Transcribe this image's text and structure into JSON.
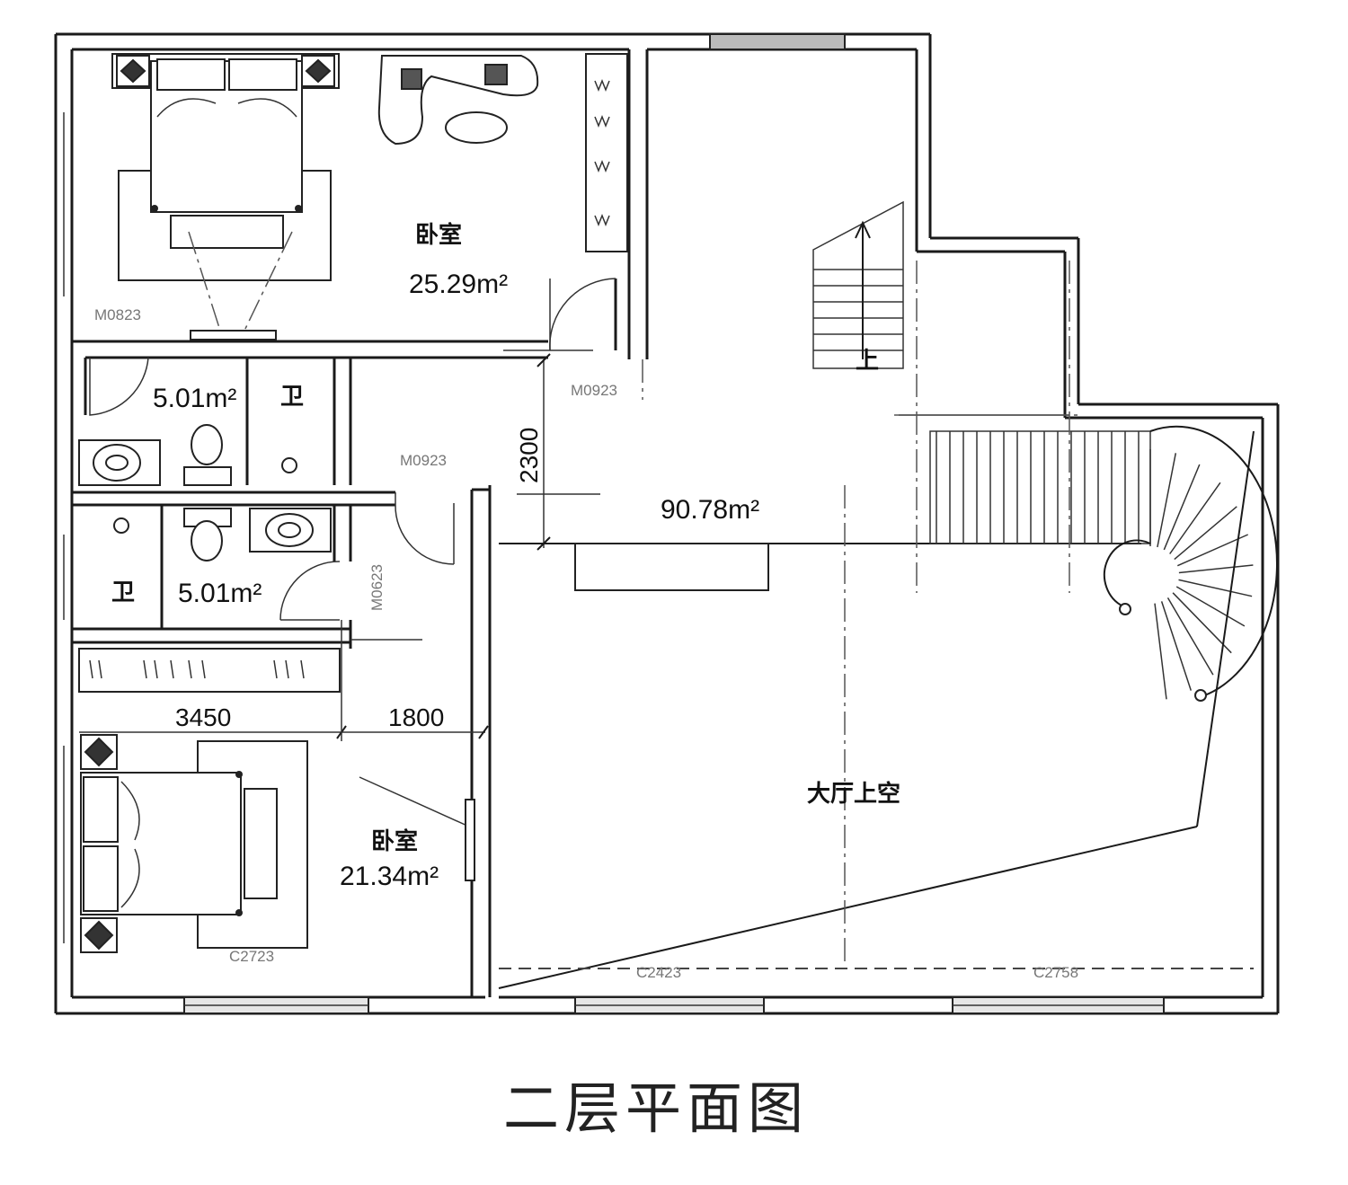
{
  "title": "二层平面图",
  "rooms": {
    "bedroom_top": {
      "name": "卧室",
      "area": "25.29m²"
    },
    "bath_top": {
      "area": "5.01m²",
      "wc": "卫"
    },
    "bath_mid": {
      "area": "5.01m²",
      "wc": "卫"
    },
    "hall": {
      "area": "90.78m²"
    },
    "bedroom_bottom": {
      "name": "卧室",
      "area": "21.34m²"
    },
    "void": {
      "name": "大厅上空"
    }
  },
  "stair": {
    "up_label": "上"
  },
  "door_codes": {
    "m0823_left": "M0823",
    "m0923_right": "M0923",
    "m0923_mid": "M0923",
    "m0623": "M0623",
    "c2723": "C2723",
    "c2423": "C2423",
    "c2758": "C2758"
  },
  "dimensions": {
    "d2300": "2300",
    "d3450": "3450",
    "d1800": "1800"
  }
}
